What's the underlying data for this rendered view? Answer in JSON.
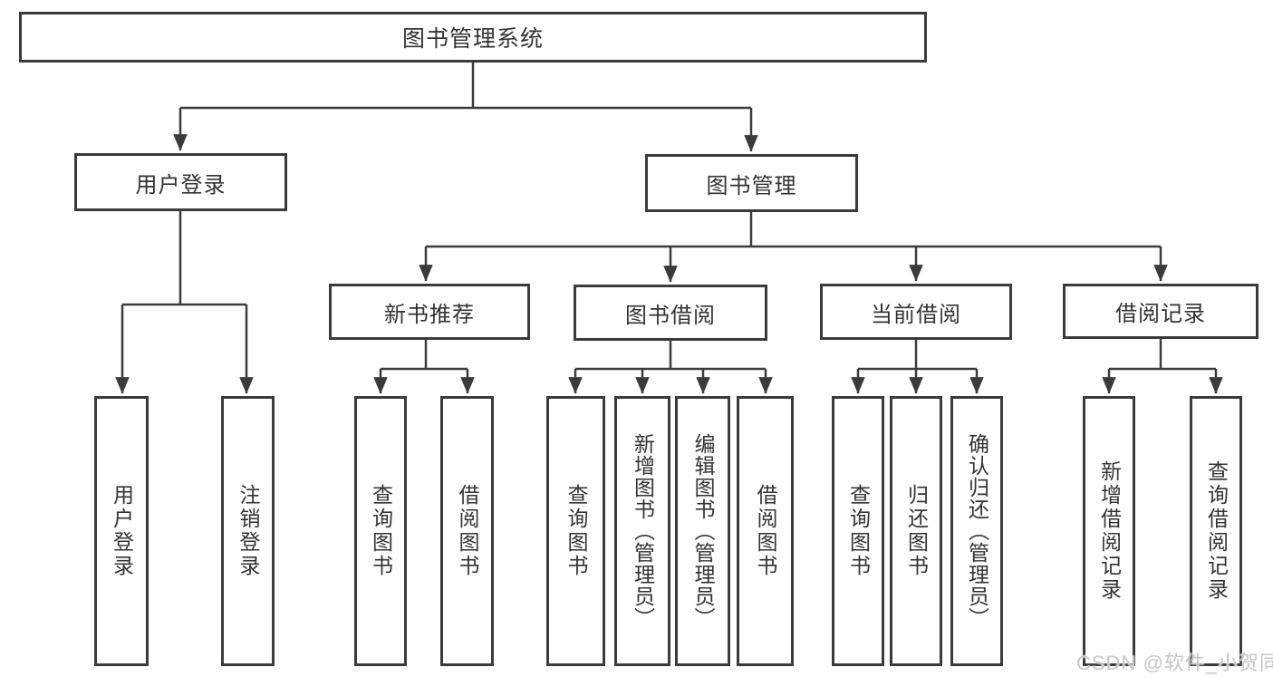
{
  "diagram": {
    "type": "hierarchy-tree",
    "watermark": "CSDN @软件_小贺同学",
    "colors": {
      "line": "#3b3b3b",
      "box_border": "#3b3b3b",
      "box_background": "#ffffff",
      "text": "#333333",
      "watermark": "#c7c7c7",
      "page_background": "#ffffff"
    },
    "tree": {
      "label": "图书管理系统",
      "children": [
        {
          "label": "用户登录",
          "children": [
            {
              "label": "用户登录"
            },
            {
              "label": "注销登录"
            }
          ]
        },
        {
          "label": "图书管理",
          "children": [
            {
              "label": "新书推荐",
              "children": [
                {
                  "label": "查询图书"
                },
                {
                  "label": "借阅图书"
                }
              ]
            },
            {
              "label": "图书借阅",
              "children": [
                {
                  "label": "查询图书"
                },
                {
                  "label": "新增图书（管理员）"
                },
                {
                  "label": "编辑图书（管理员）"
                },
                {
                  "label": "借阅图书"
                }
              ]
            },
            {
              "label": "当前借阅",
              "children": [
                {
                  "label": "查询图书"
                },
                {
                  "label": "归还图书"
                },
                {
                  "label": "确认归还（管理员）"
                }
              ]
            },
            {
              "label": "借阅记录",
              "children": [
                {
                  "label": "新增借阅记录"
                },
                {
                  "label": "查询借阅记录"
                }
              ]
            }
          ]
        }
      ]
    }
  }
}
